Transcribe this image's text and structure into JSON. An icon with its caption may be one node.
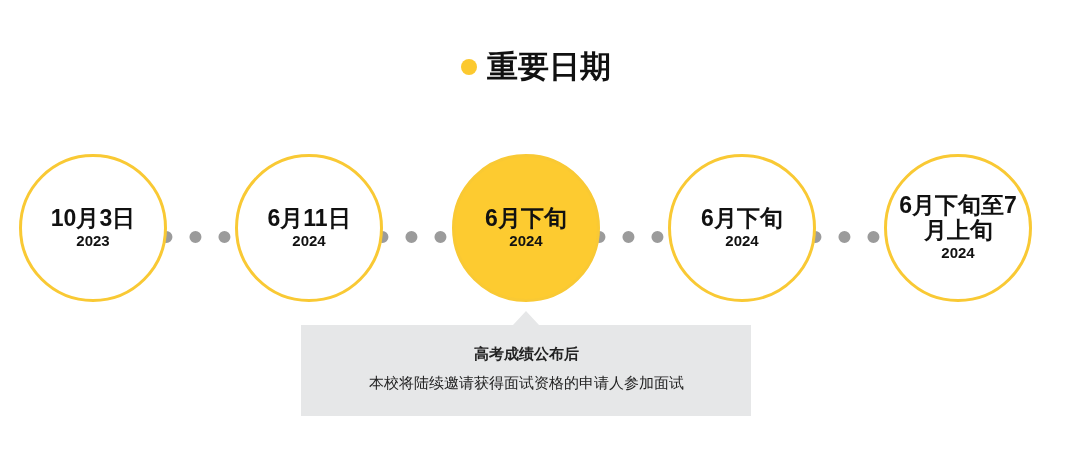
{
  "diagram": {
    "title": "重要日期",
    "nodes": [
      {
        "text": [
          "10月3日",
          "2023"
        ]
      },
      {
        "text": [
          "6月11日",
          "2024"
        ]
      },
      {
        "text": [
          "6月下旬",
          "2024"
        ]
      },
      {
        "text": [
          "6月下旬",
          "2024"
        ]
      },
      {
        "text": [
          "6月下旬至7月上旬",
          "2024"
        ]
      },
      {
        "text": [
          "高考成绩公布后",
          "本校将陆续邀请获得面试资格的申请人参加面试"
        ]
      }
    ],
    "edges": [
      {
        "from": 0,
        "to": 1,
        "arrow": "none",
        "style": "dashed",
        "color": "#9b9b9b"
      },
      {
        "from": 1,
        "to": 2,
        "arrow": "none",
        "style": "dashed",
        "color": "#9b9b9b"
      },
      {
        "from": 2,
        "to": 3,
        "arrow": "none",
        "style": "dashed",
        "color": "#9b9b9b"
      },
      {
        "from": 3,
        "to": 4,
        "arrow": "none",
        "style": "dashed",
        "color": "#9b9b9b"
      }
    ]
  }
}
